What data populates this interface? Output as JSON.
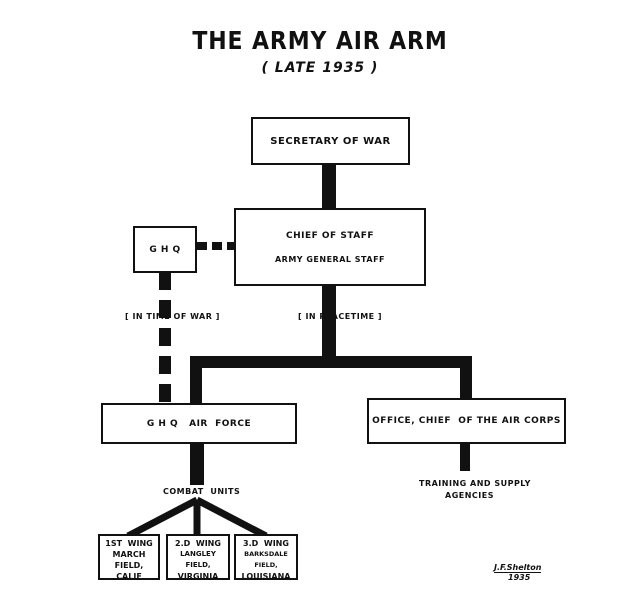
{
  "title": "THE ARMY AIR ARM",
  "subtitle": "( LATE 1935 )",
  "boxes": {
    "secretary": "SECRETARY OF WAR",
    "chief_of_staff": "CHIEF OF STAFF",
    "general_staff": "ARMY GENERAL STAFF",
    "ghq": "G H Q",
    "ghq_air_force": "G H Q   AIR  FORCE",
    "office_chief": "OFFICE, CHIEF  OF THE AIR CORPS"
  },
  "labels": {
    "time_of_war": "[ IN TIME OF WAR ]",
    "peacetime": "[ IN PEACETIME ]",
    "combat_units": "COMBAT  UNITS",
    "training_1": "TRAINING AND SUPPLY",
    "training_2": "AGENCIES"
  },
  "wings": [
    {
      "name": "1ST  WING",
      "place1": "MARCH  FIELD,",
      "place2": "CALIF"
    },
    {
      "name": "2.D  WING",
      "place1": "LANGLEY FIELD,",
      "place2": "VIRGINIA"
    },
    {
      "name": "3.D  WING",
      "place1": "BARKSDALE FIELD,",
      "place2": "LOUISIANA"
    }
  ],
  "signature": {
    "name": "J.F.Shelton",
    "year": "1935"
  },
  "colors": {
    "ink": "#111111",
    "paper": "#ffffff"
  }
}
